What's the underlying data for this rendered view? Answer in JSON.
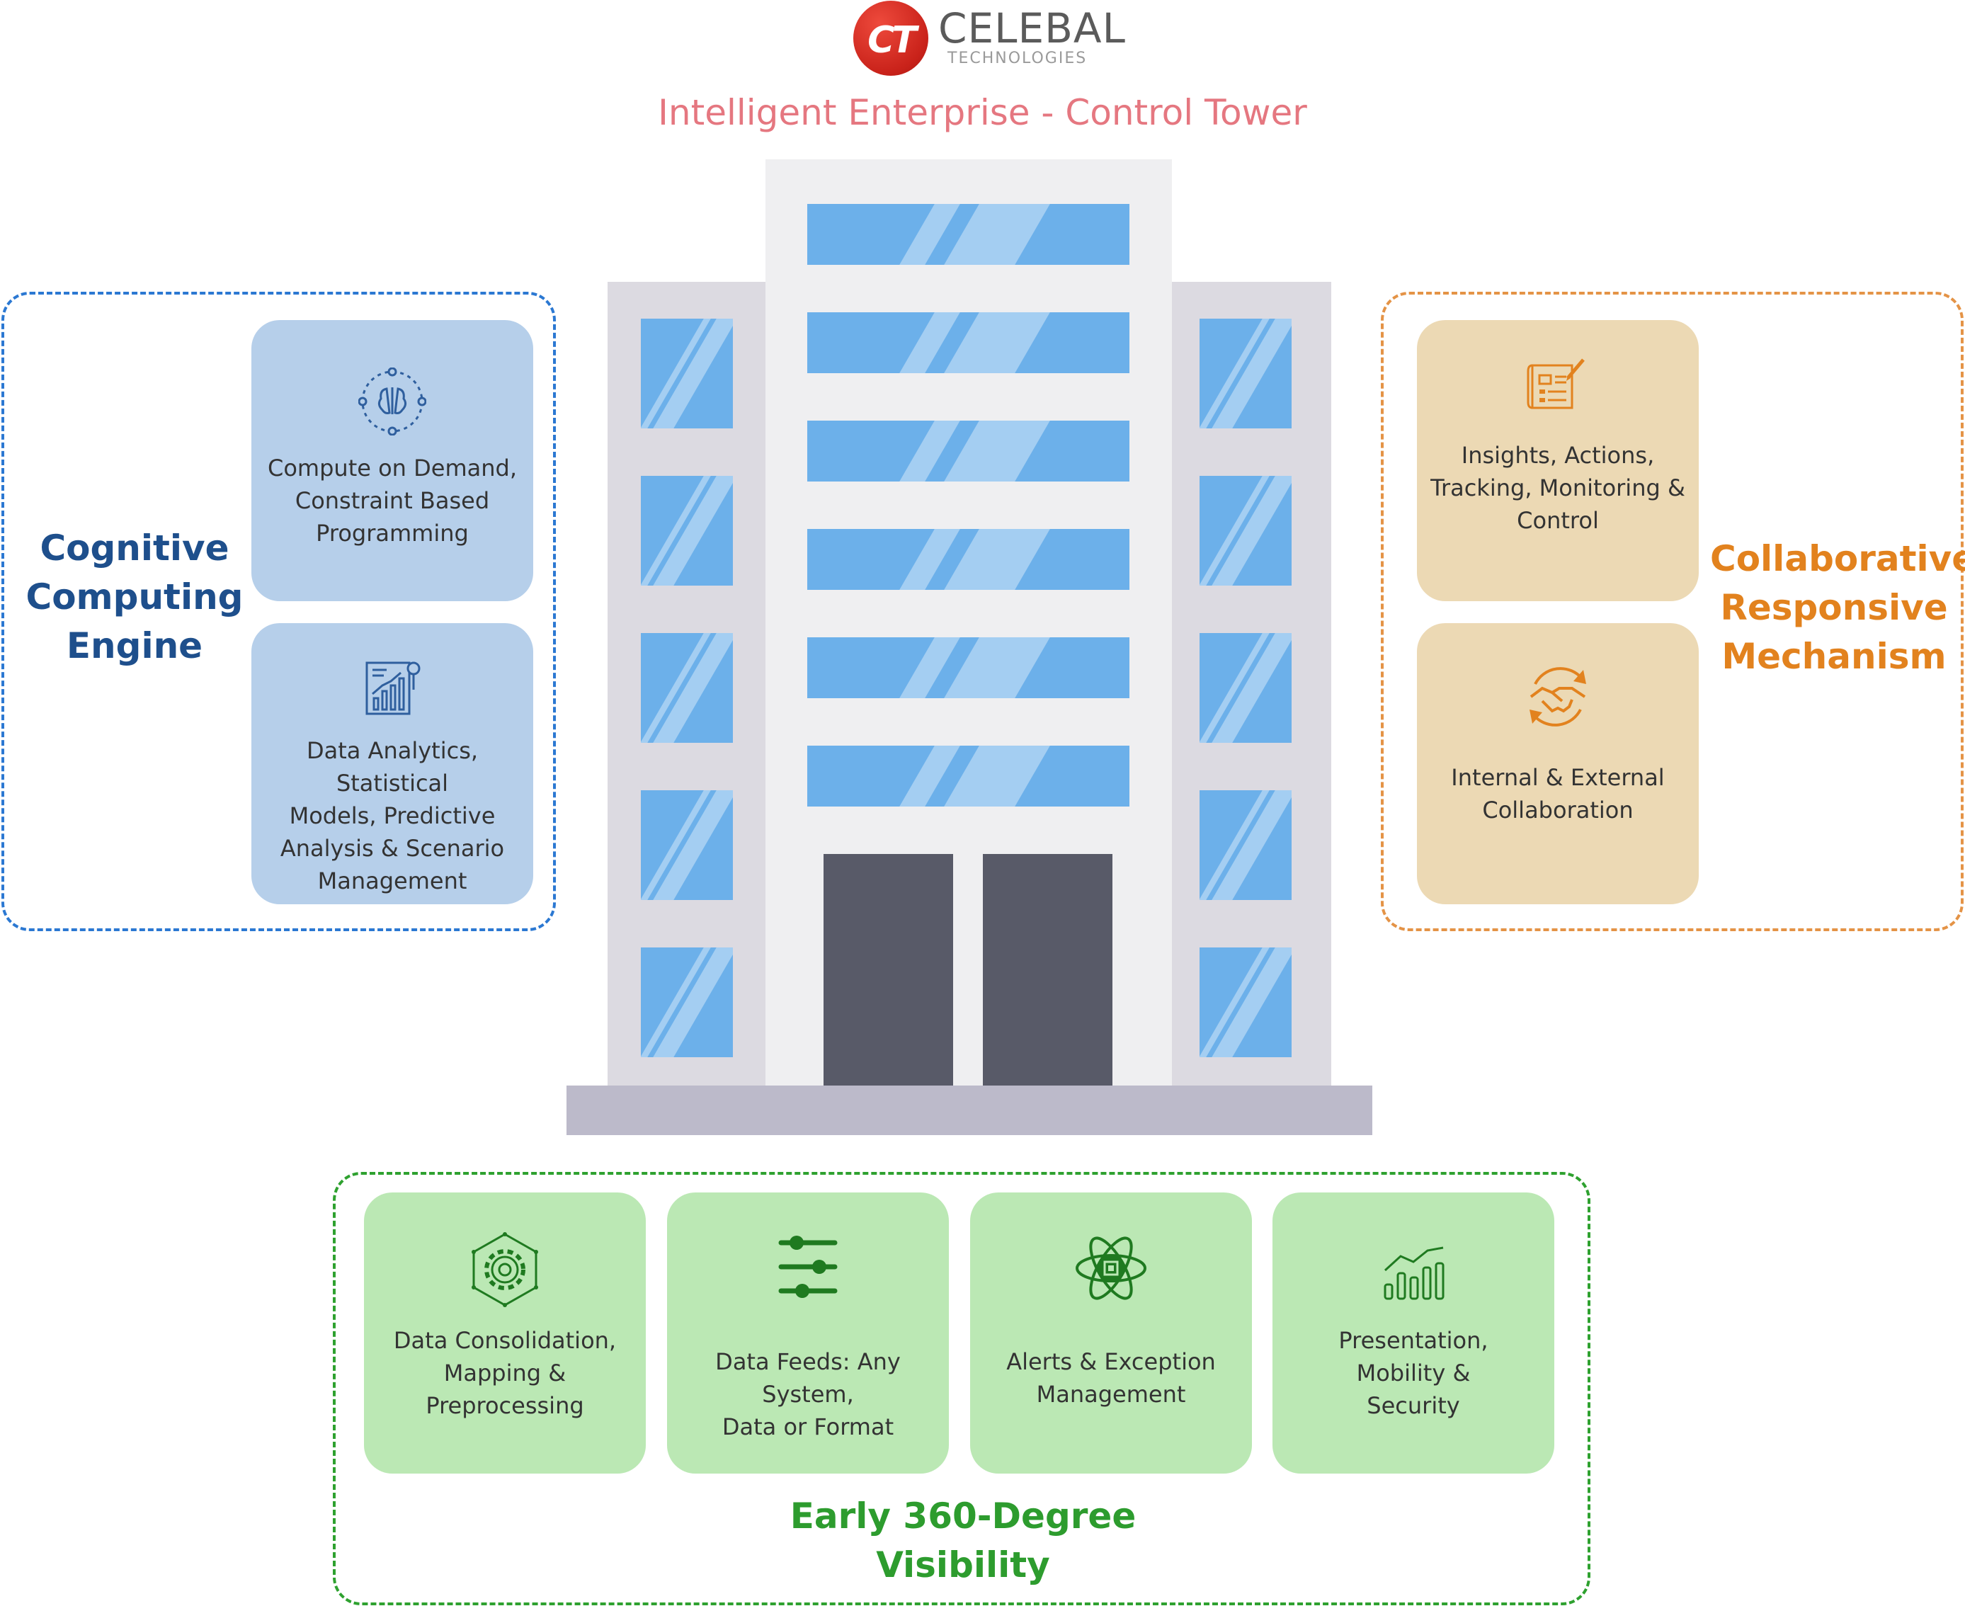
{
  "header": {
    "logo_mark": "CT",
    "logo_word": "CELEBAL",
    "logo_sub": "TECHNOLOGIES",
    "title": "Intelligent Enterprise - Control Tower"
  },
  "colors": {
    "title": "#e57780",
    "cognitive": "#1e4f8c",
    "collaborative": "#e2821e",
    "visibility": "#2d9c2e",
    "window": "#6cb0ea",
    "door": "#585a68"
  },
  "groups": {
    "cognitive": {
      "label_lines": [
        "Cognitive",
        "Computing",
        "Engine"
      ],
      "cards": [
        {
          "icon": "brain-network-icon",
          "lines": [
            "Compute on Demand,",
            "Constraint Based",
            "Programming"
          ]
        },
        {
          "icon": "analytics-report-icon",
          "lines": [
            "Data Analytics, Statistical",
            "Models, Predictive",
            "Analysis & Scenario",
            "Management"
          ]
        }
      ]
    },
    "collaborative": {
      "label_lines": [
        "Collaborative",
        "Responsive",
        "Mechanism"
      ],
      "cards": [
        {
          "icon": "dashboard-edit-icon",
          "lines": [
            "Insights, Actions,",
            "Tracking, Monitoring &",
            "Control"
          ]
        },
        {
          "icon": "handshake-cycle-icon",
          "lines": [
            "Internal & External",
            "Collaboration"
          ]
        }
      ]
    },
    "visibility": {
      "label_lines": [
        "Early 360-Degree",
        "Visibility"
      ],
      "cards": [
        {
          "icon": "gear-hexagon-icon",
          "lines": [
            "Data Consolidation,",
            "Mapping &",
            "Preprocessing"
          ]
        },
        {
          "icon": "sliders-icon",
          "lines": [
            "Data Feeds: Any System,",
            "Data or Format"
          ]
        },
        {
          "icon": "atom-chip-icon",
          "lines": [
            "Alerts & Exception",
            "Management"
          ]
        },
        {
          "icon": "bar-trend-icon",
          "lines": [
            "Presentation,",
            "Mobility &",
            "Security"
          ]
        }
      ]
    }
  }
}
